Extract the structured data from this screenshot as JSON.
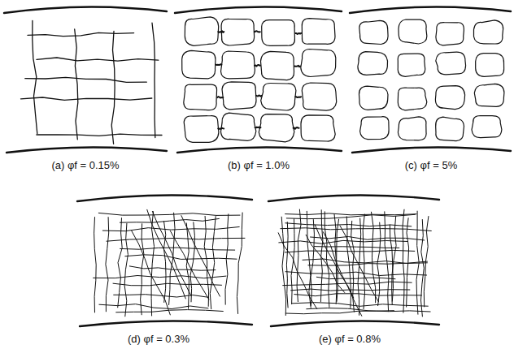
{
  "diagram": {
    "labels": [
      "(a) φf = 0.15%",
      "(b) φf = 1.0%",
      "(c) φf = 5%",
      "(d) φf = 0.3%",
      "(e) φf = 0.8%"
    ]
  }
}
